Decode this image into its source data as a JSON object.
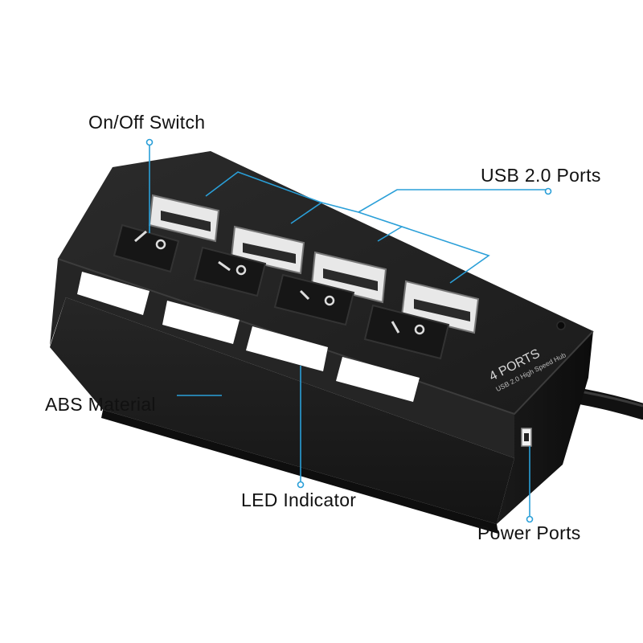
{
  "callouts": {
    "switch": "On/Off Switch",
    "usb_ports": "USB 2.0 Ports",
    "material": "ABS Material",
    "led": "LED Indicator",
    "power": "Power Ports"
  },
  "product_markings": {
    "brand_line": "4 PORTS",
    "sub_line": "USB 2.0 High Speed Hub"
  },
  "colors": {
    "leader_line": "#2a9fd8",
    "body": "#1e1e1e",
    "background": "#ffffff"
  }
}
